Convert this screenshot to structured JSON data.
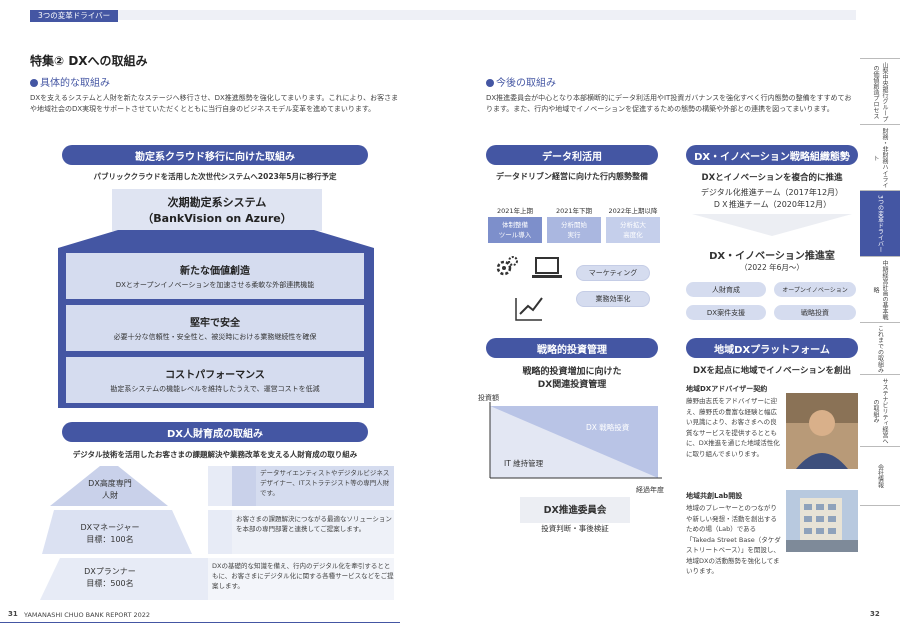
{
  "header": {
    "tag": "3つの変革ドライバー"
  },
  "feature_title": "特集② DXへの取組み",
  "left": {
    "section_title": "具体的な取組み",
    "intro": "DXを支えるシステムと人財を新たなステージへ移行させ、DX推進態勢を強化してまいります。これにより、お客さまや地域社会のDX実現をサポートさせていただくとともに当行自身のビジネスモデル変革を進めてまいります。",
    "cloud": {
      "pill": "勘定系クラウド移行に向けた取組み",
      "subtitle": "パブリッククラウドを活用した次世代システムへ2023年5月に移行予定",
      "system_line1": "次期勘定系システム",
      "system_line2": "（BankVision on Azure）",
      "items": [
        {
          "title": "新たな価値創造",
          "desc": "DXとオープンイノベーションを加速させる柔軟な外部連携機能"
        },
        {
          "title": "堅牢で安全",
          "desc": "必要十分な信頼性・安全性と、被災時における業務継続性を確保"
        },
        {
          "title": "コストパフォーマンス",
          "desc": "勘定系システムの機能レベルを維持したうえで、運営コストを低減"
        }
      ]
    },
    "hr": {
      "pill": "DX人財育成の取組み",
      "subtitle": "デジタル技術を活用したお客さまの課題解決や業務改革を支える人財育成の取り組み",
      "levels": [
        {
          "name": "DX高度専門",
          "target": "人財",
          "desc": "データサイエンティストやデジタルビジネスデザイナー、ITストラテジスト等の専門人財です。"
        },
        {
          "name": "DXマネージャー",
          "target": "目標：100名",
          "desc": "お客さまの課題解決につながる最適なソリューションを本部の専門部署と連携してご提案します。"
        },
        {
          "name": "DXプランナー",
          "target": "目標：500名",
          "desc": "DXの基礎的な知識を備え、行内のデジタル化を牽引するとともに、お客さまにデジタル化に関する各種サービスなどをご提案します。"
        }
      ]
    }
  },
  "right": {
    "section_title": "今後の取組み",
    "intro": "DX推進委員会が中心となり本部横断的にデータ利活用やIT投資ガバナンスを強化すべく行内態勢の整備をすすめております。また、行内や地域でイノベーションを促進するための態勢の構築や外部との連携を図ってまいります。",
    "data": {
      "pill": "データ利活用",
      "subtitle": "データドリブン経営に向けた行内態勢整備",
      "timeline": [
        {
          "period": "2021年上期",
          "label": "体制整備\nツール導入"
        },
        {
          "period": "2021年下期",
          "label": "分析開始\n実行"
        },
        {
          "period": "2022年上期以降",
          "label": "分析拡大\n高度化"
        }
      ],
      "tags": [
        "マーケティング",
        "業務効率化"
      ]
    },
    "org": {
      "pill": "DX・イノベーション戦略組織態勢",
      "subtitle": "DXとイノベーションを複合的に推進",
      "teams": [
        "デジタル化推進チーム（2017年12月）",
        "ＤＸ推進チーム（2020年12月）"
      ],
      "office": "DX・イノベーション推進室",
      "office_date": "（2022 年6月～）",
      "roles": [
        "人財育成",
        "オープンイノベーション",
        "DX案件支援",
        "戦略投資"
      ]
    },
    "invest": {
      "pill": "戦略的投資管理",
      "subtitle_line1": "戦略的投資増加に向けた",
      "subtitle_line2": "DX関連投資管理",
      "y_label": "投資額",
      "x_label": "経過年度",
      "area_dx": "DX 戦略投資",
      "area_it": "IT 維持管理",
      "committee": "DX推進委員会",
      "committee_sub": "投資判断・事後検証"
    },
    "platform": {
      "pill": "地域DXプラットフォーム",
      "subtitle": "DXを起点に地域でイノベーションを創出",
      "advisor_title": "地域DXアドバイザー契約",
      "advisor_text": "藤野由志氏をアドバイザーに迎え、藤野氏の豊富な経験と幅広い見識により、お客さまへの良質なサービスを提供するとともに、DX推進を通じた地域活性化に取り組んでまいります。",
      "lab_title": "地域共創Lab開設",
      "lab_text": "地域のプレーヤーとのつながりや新しい発想・活動を創出するための場（Lab）である「Takeda Street Base（タケダストリートベース）」を開設し、地域DXの活動態勢を強化してまいります。"
    }
  },
  "sidebar": [
    "山梨中央銀行グループの価値創造プロセス",
    "財務・非財務ハイライト",
    "3つの変革ドライバー",
    "中期経営計画の基本戦略",
    "これまでの取組み",
    "サステナビリティ経営への取組み",
    "会社情報"
  ],
  "footer": {
    "left_page": "31",
    "left_text": "YAMANASHI CHUO BANK REPORT 2022",
    "right_page": "32"
  },
  "colors": {
    "accent": "#4456a3",
    "light": "#d5dcef"
  }
}
